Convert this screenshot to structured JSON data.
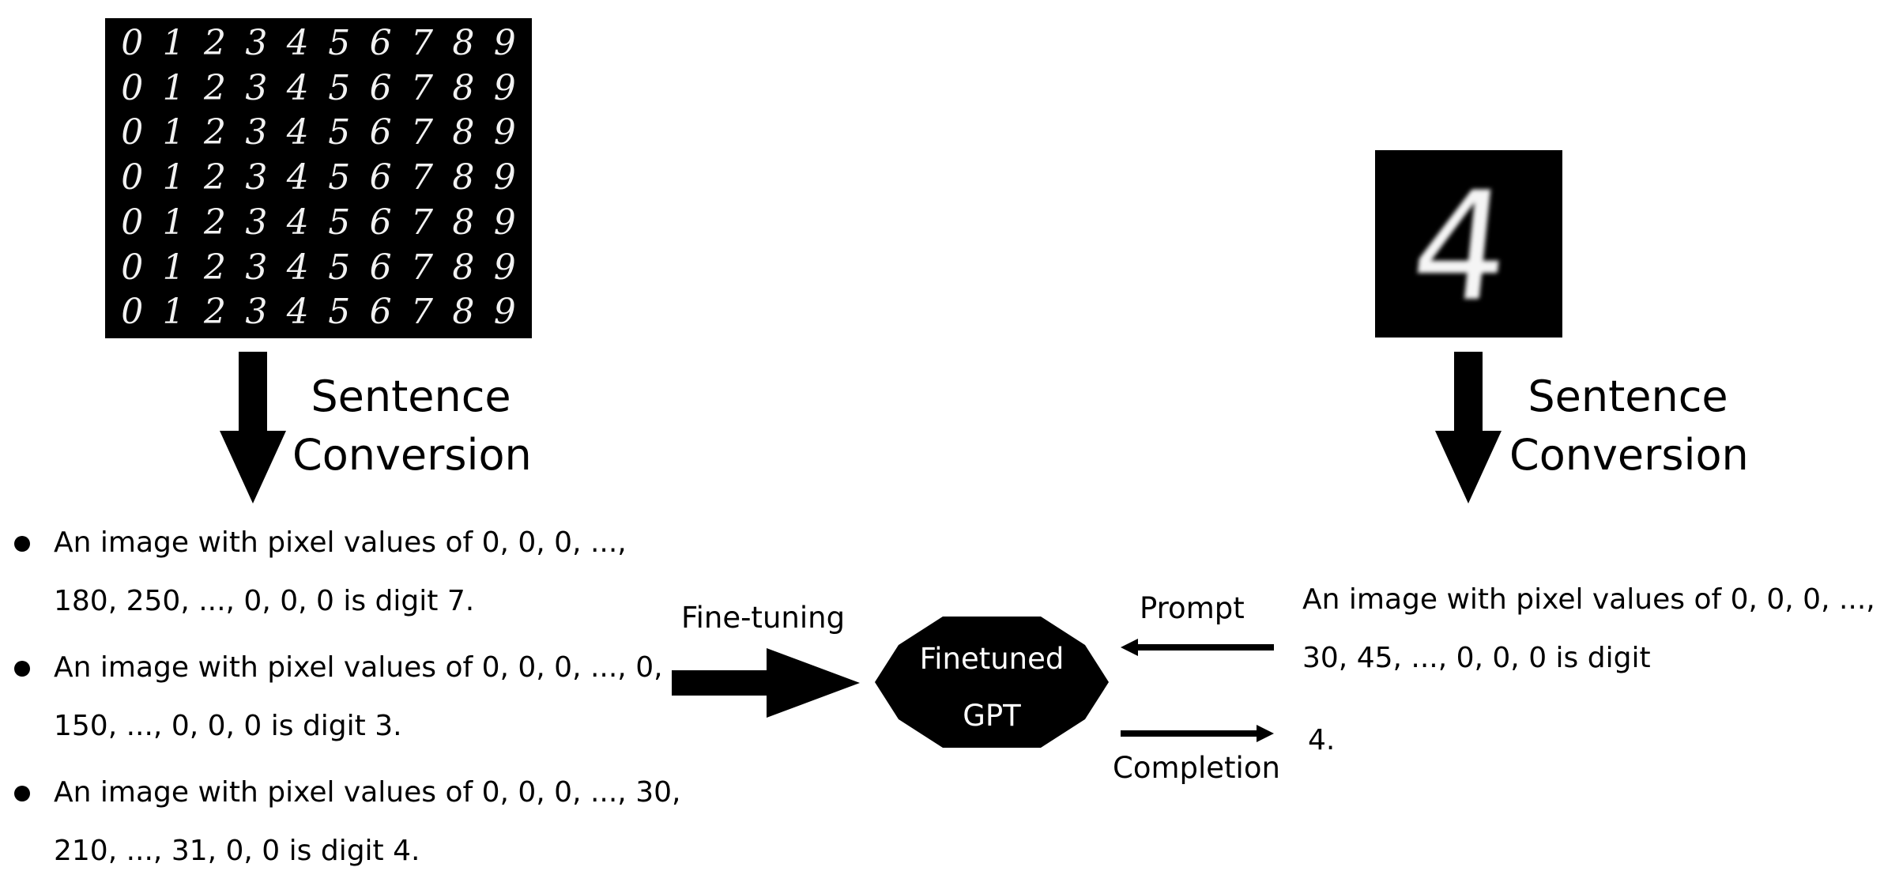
{
  "left_panel": {
    "image_name": "mnist-samples",
    "digit_rows": [
      [
        "0",
        "1",
        "2",
        "3",
        "4",
        "5",
        "6",
        "7",
        "8",
        "9"
      ],
      [
        "0",
        "1",
        "2",
        "3",
        "4",
        "5",
        "6",
        "7",
        "8",
        "9"
      ],
      [
        "0",
        "1",
        "2",
        "3",
        "4",
        "5",
        "6",
        "7",
        "8",
        "9"
      ],
      [
        "0",
        "1",
        "2",
        "3",
        "4",
        "5",
        "6",
        "7",
        "8",
        "9"
      ],
      [
        "0",
        "1",
        "2",
        "3",
        "4",
        "5",
        "6",
        "7",
        "8",
        "9"
      ],
      [
        "0",
        "1",
        "2",
        "3",
        "4",
        "5",
        "6",
        "7",
        "8",
        "9"
      ],
      [
        "0",
        "1",
        "2",
        "3",
        "4",
        "5",
        "6",
        "7",
        "8",
        "9"
      ]
    ],
    "conversion_label": [
      "Sentence",
      "Conversion"
    ],
    "sentences": [
      "An image with pixel values of 0, 0, 0, ..., 180, 250, ..., 0, 0, 0 is digit 7.",
      "An image with pixel values of 0, 0, 0, ..., 0, 150, ..., 0, 0, 0 is digit 3.",
      "An image with pixel values of 0, 0, 0, ..., 30, 210, ..., 31, 0, 0 is digit 4."
    ]
  },
  "middle": {
    "finetune_label": "Fine-tuning",
    "model_label": [
      "Finetuned",
      "GPT"
    ],
    "prompt_label": "Prompt",
    "completion_label": "Completion"
  },
  "right_panel": {
    "digit": "4",
    "conversion_label": [
      "Sentence",
      "Conversion"
    ],
    "prompt_text": "An image with pixel values of 0, 0, 0, ..., 30, 45, ..., 0, 0, 0 is digit",
    "completion_text": "4."
  }
}
